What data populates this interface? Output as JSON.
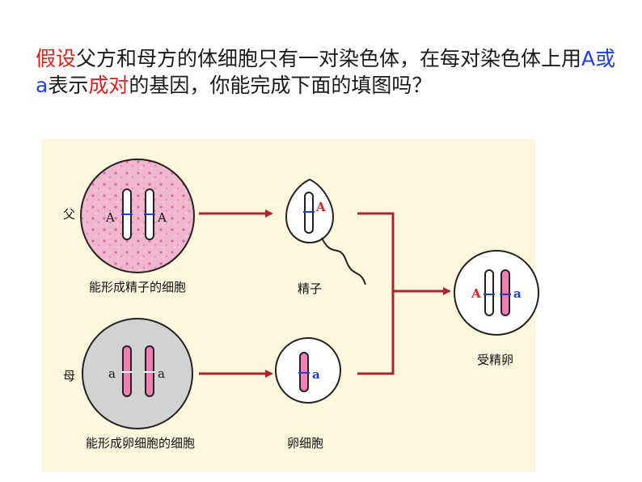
{
  "instruction": {
    "p1": "假设",
    "p2": "父方和母方的体细胞只有一对染色体，在每对染色体上用",
    "p3": "A或a",
    "p4": "表示",
    "p5": "成对",
    "p6": "的基因，你能完成下面的填图吗？"
  },
  "diagram": {
    "father_label": "父",
    "mother_label": "母",
    "father_cell_label": "能形成精子的细胞",
    "mother_cell_label": "能形成卵细胞的细胞",
    "sperm_label": "精子",
    "egg_label": "卵细胞",
    "zygote_label": "受精卵",
    "father_genes": [
      "A",
      "A"
    ],
    "mother_genes": [
      "a",
      "a"
    ],
    "sperm_gene": "A",
    "egg_gene": "a",
    "zygote_genes": [
      "A",
      "a"
    ]
  },
  "colors": {
    "father_cell_fill": "#f0b7cf",
    "mother_cell_fill": "#d2d2d2",
    "arrow": "#a8262e",
    "chrom_pink": "#f07fb4",
    "chrom_white": "#ffffff",
    "panel_bg": "#fcf7dd"
  }
}
